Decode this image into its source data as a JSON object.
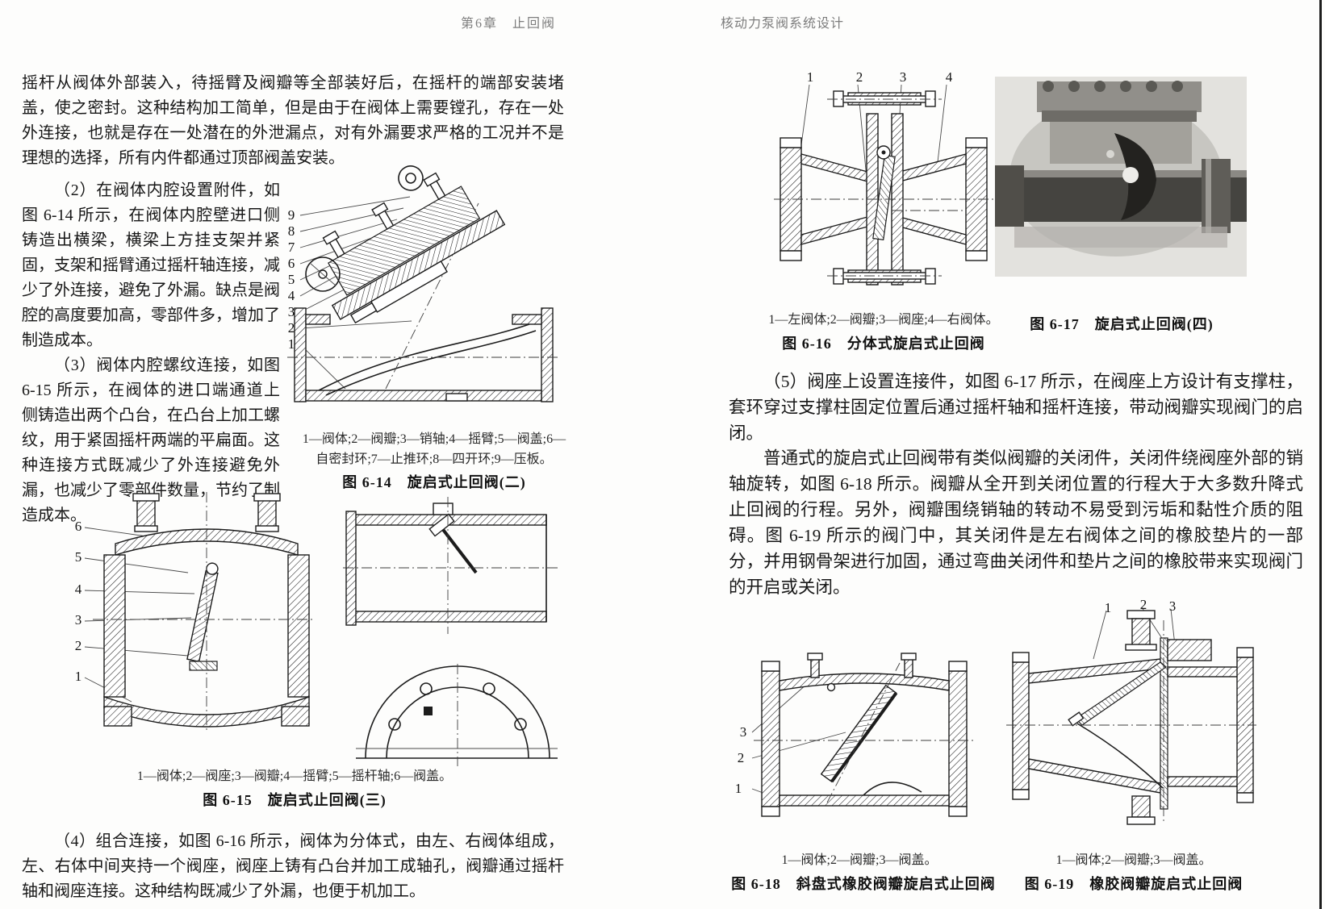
{
  "page_left": {
    "header": "第6章　止回阀",
    "para1": "摇杆从阀体外部装入，待摇臂及阀瓣等全部装好后，在摇杆的端部安装堵盖，使之密封。这种结构加工简单，但是由于在阀体上需要镗孔，存在一处外连接，也就是存在一处潜在的外泄漏点，对有外漏要求严格的工况并不是理想的选择，所有内件都通过顶部阀盖安装。",
    "para2": "（2）在阀体内腔设置附件，如图 6-14 所示，在阀体内腔壁进口侧铸造出横梁，横梁上方挂支架并紧固，支架和摇臂通过摇杆轴连接，减少了外连接，避免了外漏。缺点是阀腔的高度要加高，零部件多，增加了制造成本。",
    "para3": "（3）阀体内腔螺纹连接，如图 6-15 所示，在阀体的进口端通道上侧铸造出两个凸台，在凸台上加工螺纹，用于紧固摇杆两端的平扁面。这种连接方式既减少了外连接避免外漏，也减少了零部件数量，节约了制造成本。",
    "para4": "（4）组合连接，如图 6-16 所示，阀体为分体式，由左、右阀体组成，左、右体中间夹持一个阀座，阀座上铸有凸台并加工成轴孔，阀瓣通过摇杆轴和阀座连接。这种结构既减少了外漏，也便于机加工。",
    "fig14": {
      "legend": "1—阀体;2—阀瓣;3—销轴;4—摇臂;5—阀盖;6—自密封环;7—止推环;8—四开环;9—压板。",
      "caption": "图 6-14　旋启式止回阀(二)",
      "callouts": [
        "9",
        "8",
        "7",
        "6",
        "5",
        "4",
        "3",
        "2",
        "1"
      ]
    },
    "fig15": {
      "legend": "1—阀体;2—阀座;3—阀瓣;4—摇臂;5—摇杆轴;6—阀盖。",
      "caption": "图 6-15　旋启式止回阀(三)",
      "callouts": [
        "6",
        "5",
        "4",
        "3",
        "2",
        "1"
      ]
    }
  },
  "page_right": {
    "header": "核动力泵阀系统设计",
    "para5": "（5）阀座上设置连接件，如图 6-17 所示，在阀座上方设计有支撑柱，套环穿过支撑柱固定位置后通过摇杆轴和摇杆连接，带动阀瓣实现阀门的启闭。",
    "para6": "普通式的旋启式止回阀带有类似阀瓣的关闭件，关闭件绕阀座外部的销轴旋转，如图 6-18 所示。阀瓣从全开到关闭位置的行程大于大多数升降式止回阀的行程。另外，阀瓣围绕销轴的转动不易受到污垢和黏性介质的阻碍。图 6-19 所示的阀门中，其关闭件是左右阀体之间的橡胶垫片的一部分，并用钢骨架进行加固，通过弯曲关闭件和垫片之间的橡胶带来实现阀门的开启或关闭。",
    "fig16": {
      "legend": "1—左阀体;2—阀瓣;3—阀座;4—右阀体。",
      "caption": "图 6-16　分体式旋启式止回阀",
      "callouts": [
        "1",
        "2",
        "3",
        "4"
      ]
    },
    "fig17": {
      "caption": "图 6-17　旋启式止回阀(四)"
    },
    "fig18": {
      "legend": "1—阀体;2—阀瓣;3—阀盖。",
      "caption": "图 6-18　斜盘式橡胶阀瓣旋启式止回阀",
      "callouts": [
        "3",
        "2",
        "1"
      ]
    },
    "fig19": {
      "legend": "1—阀体;2—阀瓣;3—阀盖。",
      "caption": "图 6-19　橡胶阀瓣旋启式止回阀",
      "callouts": [
        "1",
        "2",
        "3"
      ]
    }
  }
}
